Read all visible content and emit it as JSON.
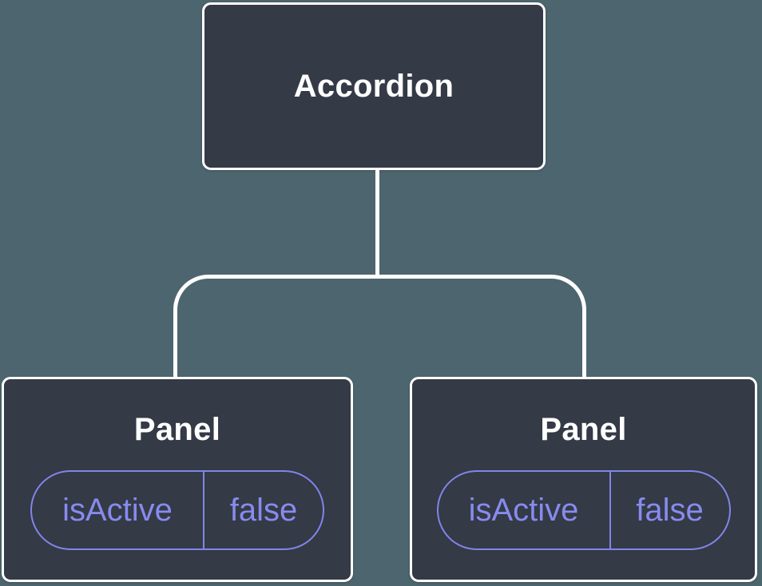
{
  "diagram": {
    "root": {
      "label": "Accordion"
    },
    "children": [
      {
        "label": "Panel",
        "state": {
          "name": "isActive",
          "value": "false"
        }
      },
      {
        "label": "Panel",
        "state": {
          "name": "isActive",
          "value": "false"
        }
      }
    ]
  },
  "colors": {
    "background": "#4D656E",
    "node_fill": "#343A46",
    "node_border": "#FFFFFF",
    "connector": "#FFFFFF",
    "state_accent": "#8185E8",
    "state_text": "#878BEE",
    "title_text": "#FFFFFF"
  }
}
